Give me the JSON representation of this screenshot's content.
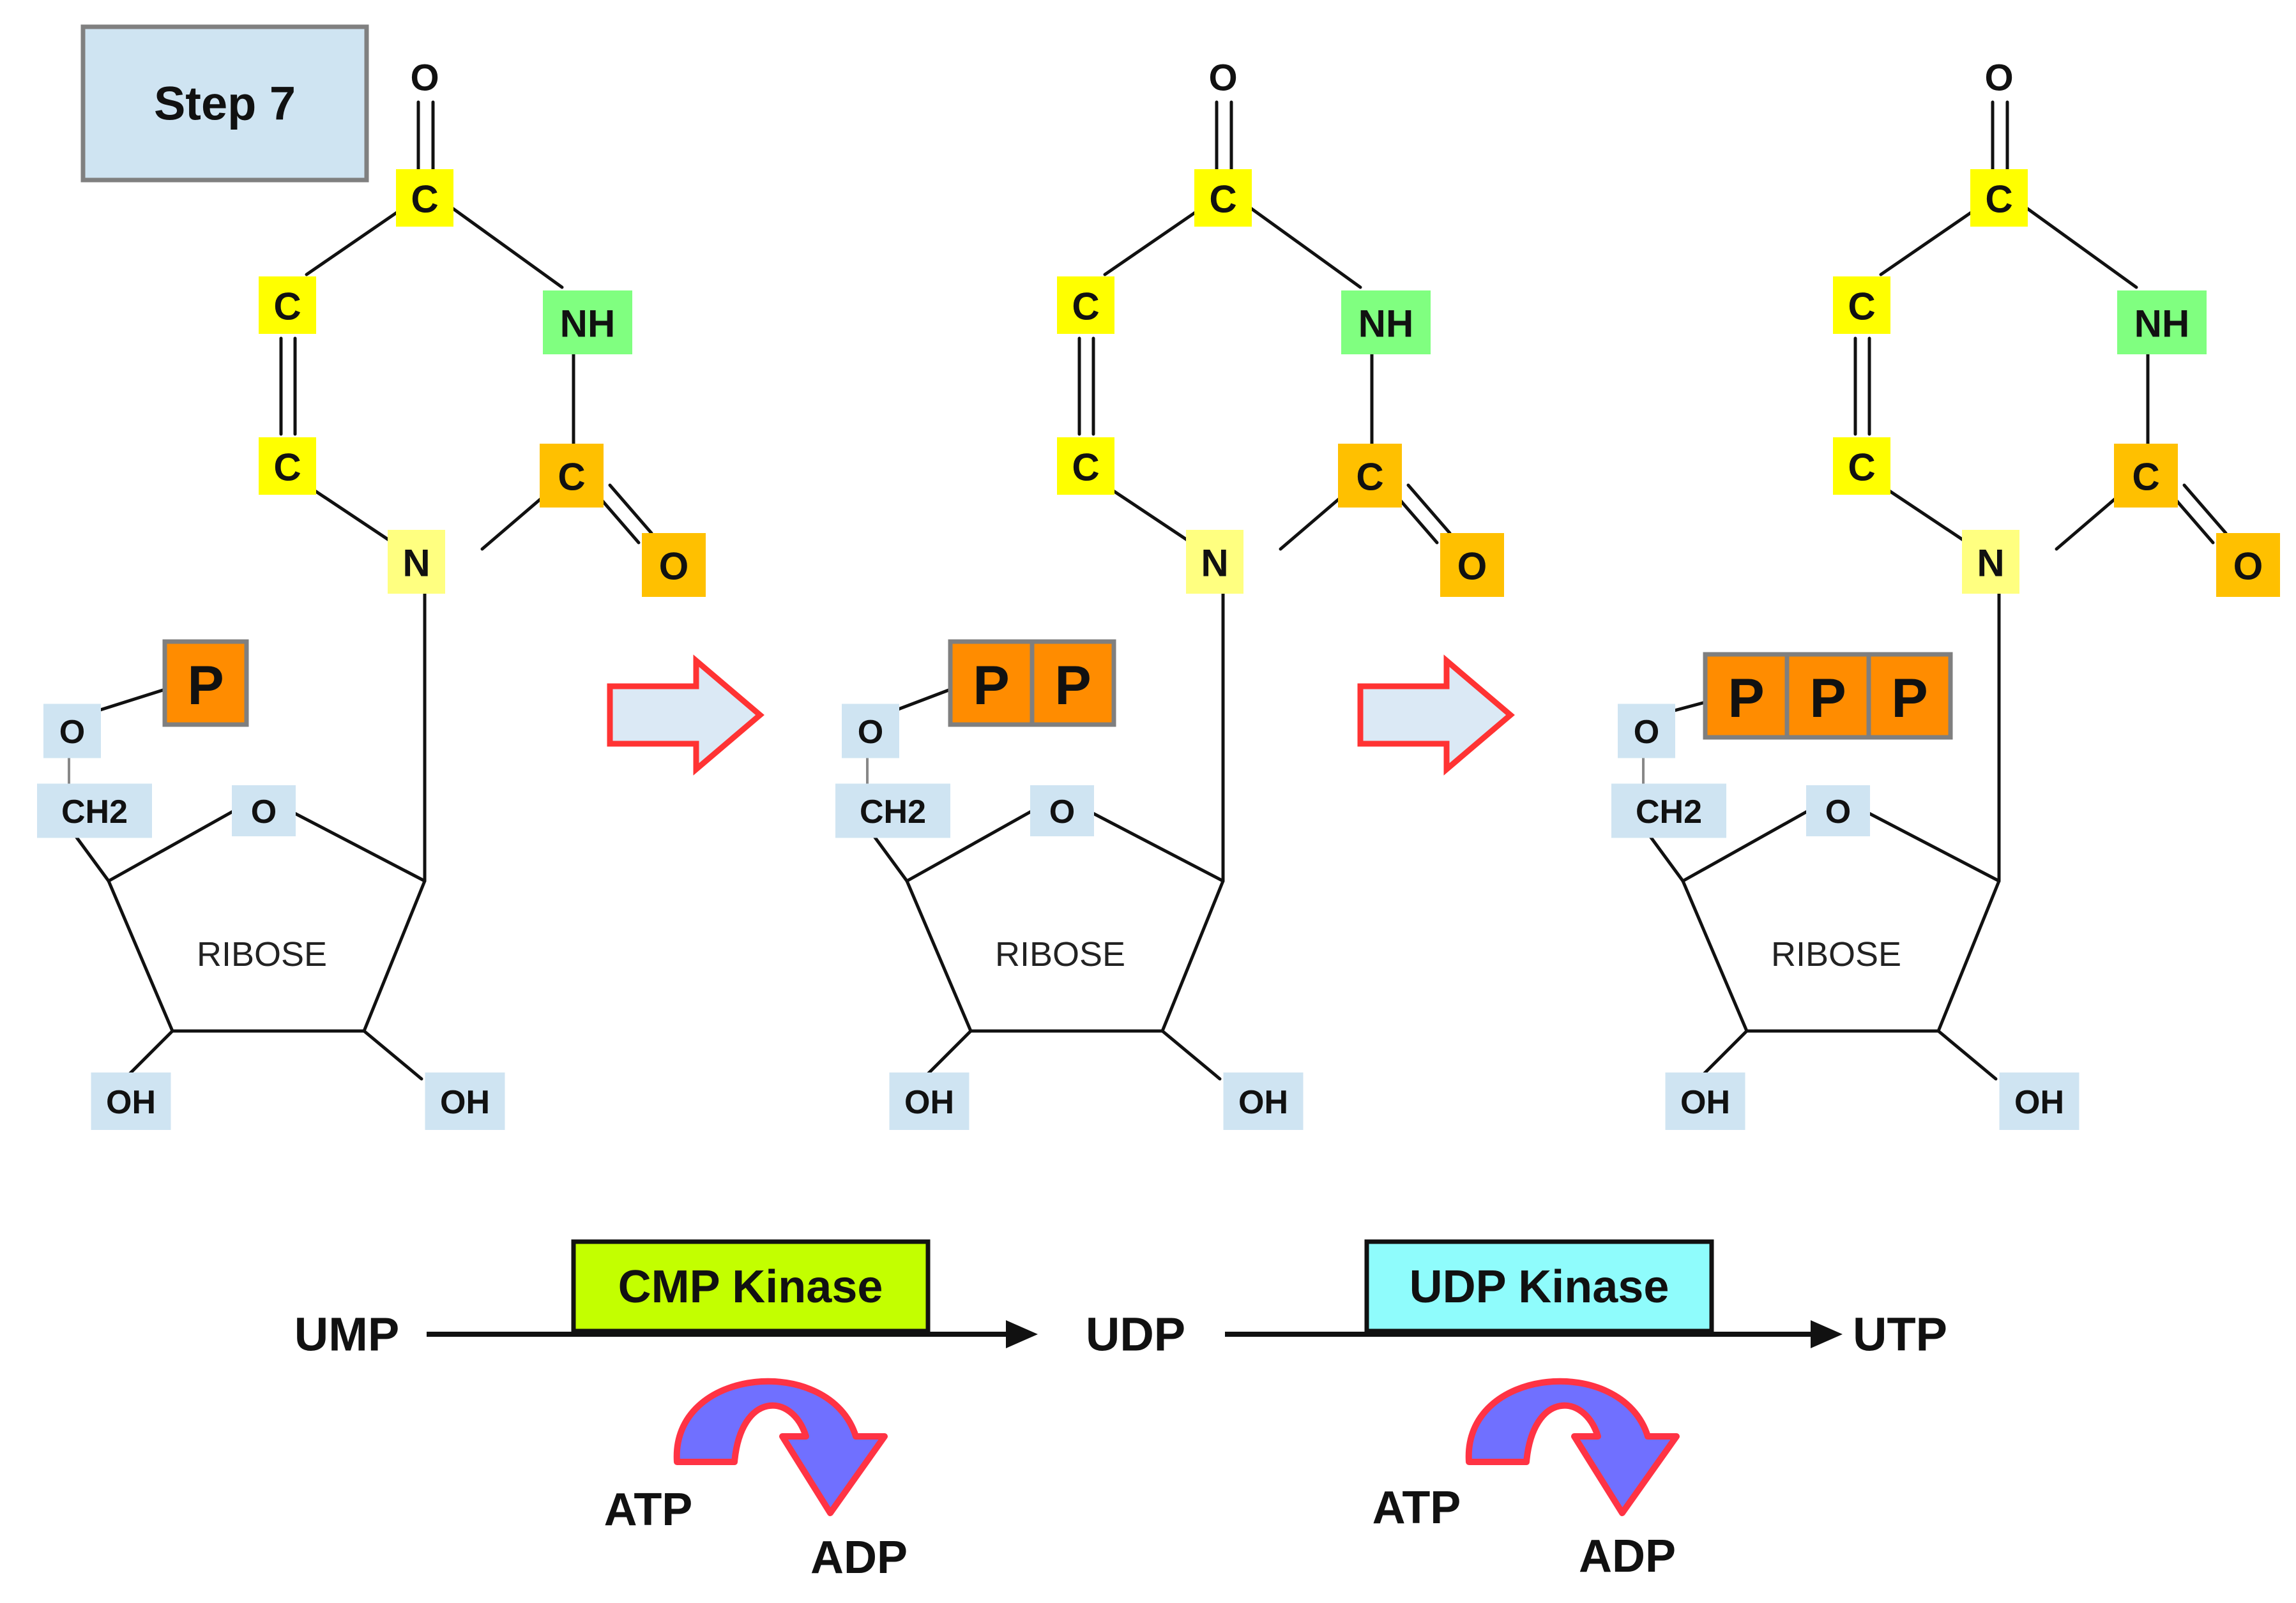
{
  "step_label": "Step 7",
  "colors": {
    "carbon_box": "#ffff00",
    "nitrogen_box": "#ffff80",
    "nh_box": "#80ff80",
    "carbonyl_box": "#ffc000",
    "ribose_atom_box": "#cfe4f2",
    "phosphate_box": "#ff8c00",
    "phosphate_border": "#7f7f7f",
    "step_box_fill": "#cfe4f2",
    "reaction_arrow_fill": "#dbe9f5",
    "reaction_arrow_stroke": "#ff3333",
    "cmp_kinase_fill": "#c3ff00",
    "udp_kinase_fill": "#8ffcfc",
    "atp_arrow_fill": "#7070ff",
    "atp_arrow_stroke": "#ff3344"
  },
  "atoms": {
    "o_top": "O",
    "c": "C",
    "nh": "NH",
    "n": "N",
    "o_side": "O",
    "o_ring": "O",
    "o_link": "O",
    "ch2": "CH2",
    "oh": "OH",
    "ribose": "RIBOSE",
    "phosphate": "P"
  },
  "molecules": [
    {
      "phosphate_count": 1
    },
    {
      "phosphate_count": 2
    },
    {
      "phosphate_count": 3
    }
  ],
  "pathway": {
    "ump": "UMP",
    "udp": "UDP",
    "utp": "UTP",
    "enzyme_1": "CMP Kinase",
    "enzyme_2": "UDP Kinase",
    "atp": "ATP",
    "adp": "ADP"
  }
}
